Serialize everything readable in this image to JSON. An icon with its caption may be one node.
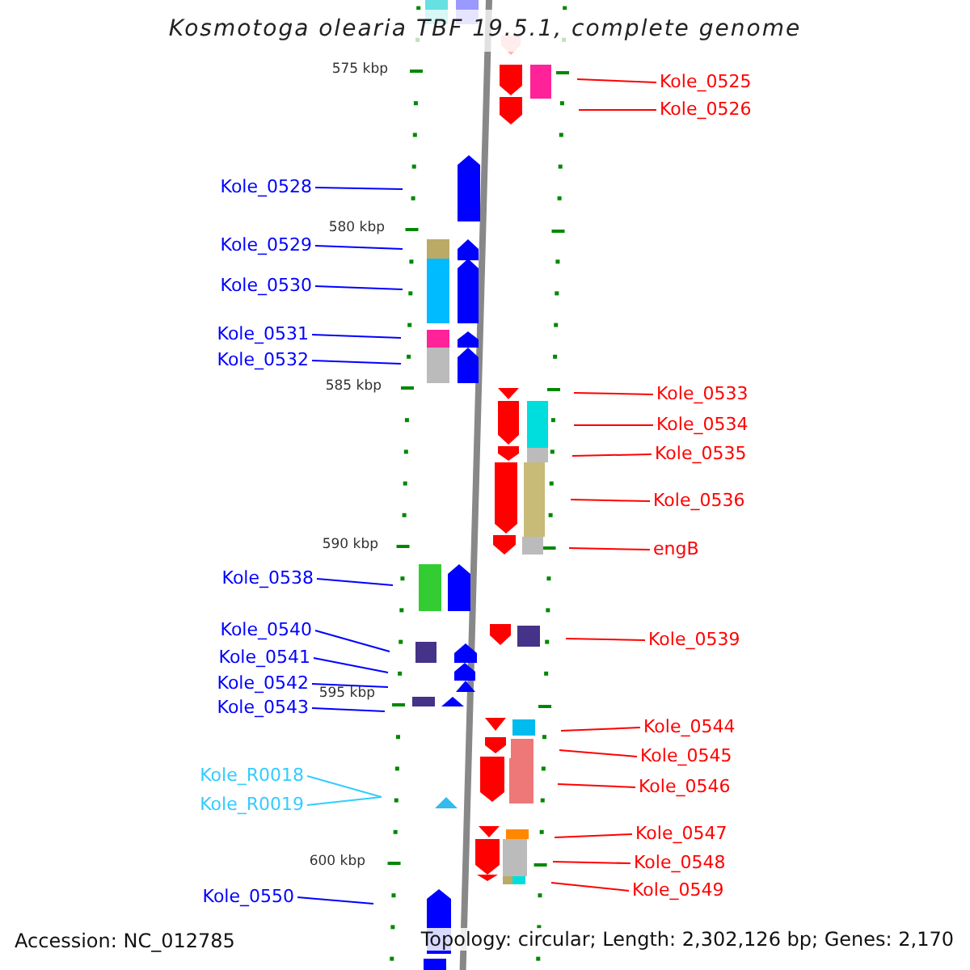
{
  "diagram": {
    "title": "Kosmotoga olearia TBF 19.5.1, complete genome",
    "nodes": [
      {
        "text": [
          "Kole_0525"
        ]
      },
      {
        "text": [
          "Kole_0526"
        ]
      },
      {
        "text": [
          "Kole_0528"
        ]
      },
      {
        "text": [
          "Kole_0529"
        ]
      },
      {
        "text": [
          "Kole_0530"
        ]
      },
      {
        "text": [
          "Kole_0531"
        ]
      },
      {
        "text": [
          "Kole_0532"
        ]
      },
      {
        "text": [
          "Kole_0533"
        ]
      },
      {
        "text": [
          "Kole_0534"
        ]
      },
      {
        "text": [
          "Kole_0535"
        ]
      },
      {
        "text": [
          "Kole_0536"
        ]
      },
      {
        "text": [
          "engB"
        ]
      },
      {
        "text": [
          "Kole_0538"
        ]
      },
      {
        "text": [
          "Kole_0540"
        ]
      },
      {
        "text": [
          "Kole_0539"
        ]
      },
      {
        "text": [
          "Kole_0541"
        ]
      },
      {
        "text": [
          "Kole_0542"
        ]
      },
      {
        "text": [
          "Kole_0543"
        ]
      },
      {
        "text": [
          "Kole_0544"
        ]
      },
      {
        "text": [
          "Kole_0545"
        ]
      },
      {
        "text": [
          "Kole_R0018"
        ]
      },
      {
        "text": [
          "Kole_0546"
        ]
      },
      {
        "text": [
          "Kole_R0019"
        ]
      },
      {
        "text": [
          "Kole_0547"
        ]
      },
      {
        "text": [
          "Kole_0548"
        ]
      },
      {
        "text": [
          "Kole_0549"
        ]
      },
      {
        "text": [
          "Kole_0550"
        ]
      }
    ],
    "edges": [
      {
        "from": 0,
        "to": null,
        "arrow": "none"
      },
      {
        "from": 1,
        "to": null,
        "arrow": "none"
      },
      {
        "from": 2,
        "to": null,
        "arrow": "none",
        "color": "#0000ff"
      },
      {
        "from": 3,
        "to": null,
        "arrow": "none",
        "color": "#0000ff"
      },
      {
        "from": 4,
        "to": null,
        "arrow": "none",
        "color": "#0000ff"
      },
      {
        "from": 5,
        "to": null,
        "arrow": "none",
        "color": "#0000ff"
      },
      {
        "from": 6,
        "to": null,
        "arrow": "none",
        "color": "#0000ff"
      },
      {
        "from": 7,
        "to": null,
        "arrow": "none"
      },
      {
        "from": 8,
        "to": null,
        "arrow": "none"
      },
      {
        "from": 9,
        "to": null,
        "arrow": "none"
      },
      {
        "from": 10,
        "to": null,
        "arrow": "none"
      },
      {
        "from": 11,
        "to": null,
        "arrow": "none"
      },
      {
        "from": 12,
        "to": null,
        "arrow": "none",
        "color": "#0000ff"
      },
      {
        "from": 13,
        "to": null,
        "arrow": "none",
        "color": "#0000ff"
      },
      {
        "from": 14,
        "to": null,
        "arrow": "none"
      },
      {
        "from": 15,
        "to": null,
        "arrow": "none",
        "color": "#0000ff"
      },
      {
        "from": 16,
        "to": null,
        "arrow": "none",
        "color": "#0000ff"
      },
      {
        "from": 17,
        "to": null,
        "arrow": "none",
        "color": "#0000ff"
      },
      {
        "from": 18,
        "to": null,
        "arrow": "none"
      },
      {
        "from": 19,
        "to": null,
        "arrow": "none"
      },
      {
        "from": 20,
        "to": null,
        "arrow": "none",
        "color": "#33ccff"
      },
      {
        "from": 21,
        "to": null,
        "arrow": "none"
      },
      {
        "from": 22,
        "to": null,
        "arrow": "none",
        "color": "#33ccff"
      },
      {
        "from": 23,
        "to": null,
        "arrow": "none"
      },
      {
        "from": 24,
        "to": null,
        "arrow": "none"
      },
      {
        "from": 25,
        "to": null,
        "arrow": "none"
      },
      {
        "from": 26,
        "to": null,
        "arrow": "none",
        "color": "#0000ff"
      }
    ],
    "labels": [
      "575 kbp",
      "580 kbp",
      "585 kbp",
      "590 kbp",
      "595 kbp",
      "600 kbp",
      "Accession: NC_012785",
      "Topology: circular; Length: 2,302,126 bp; Genes: 2,170"
    ]
  }
}
